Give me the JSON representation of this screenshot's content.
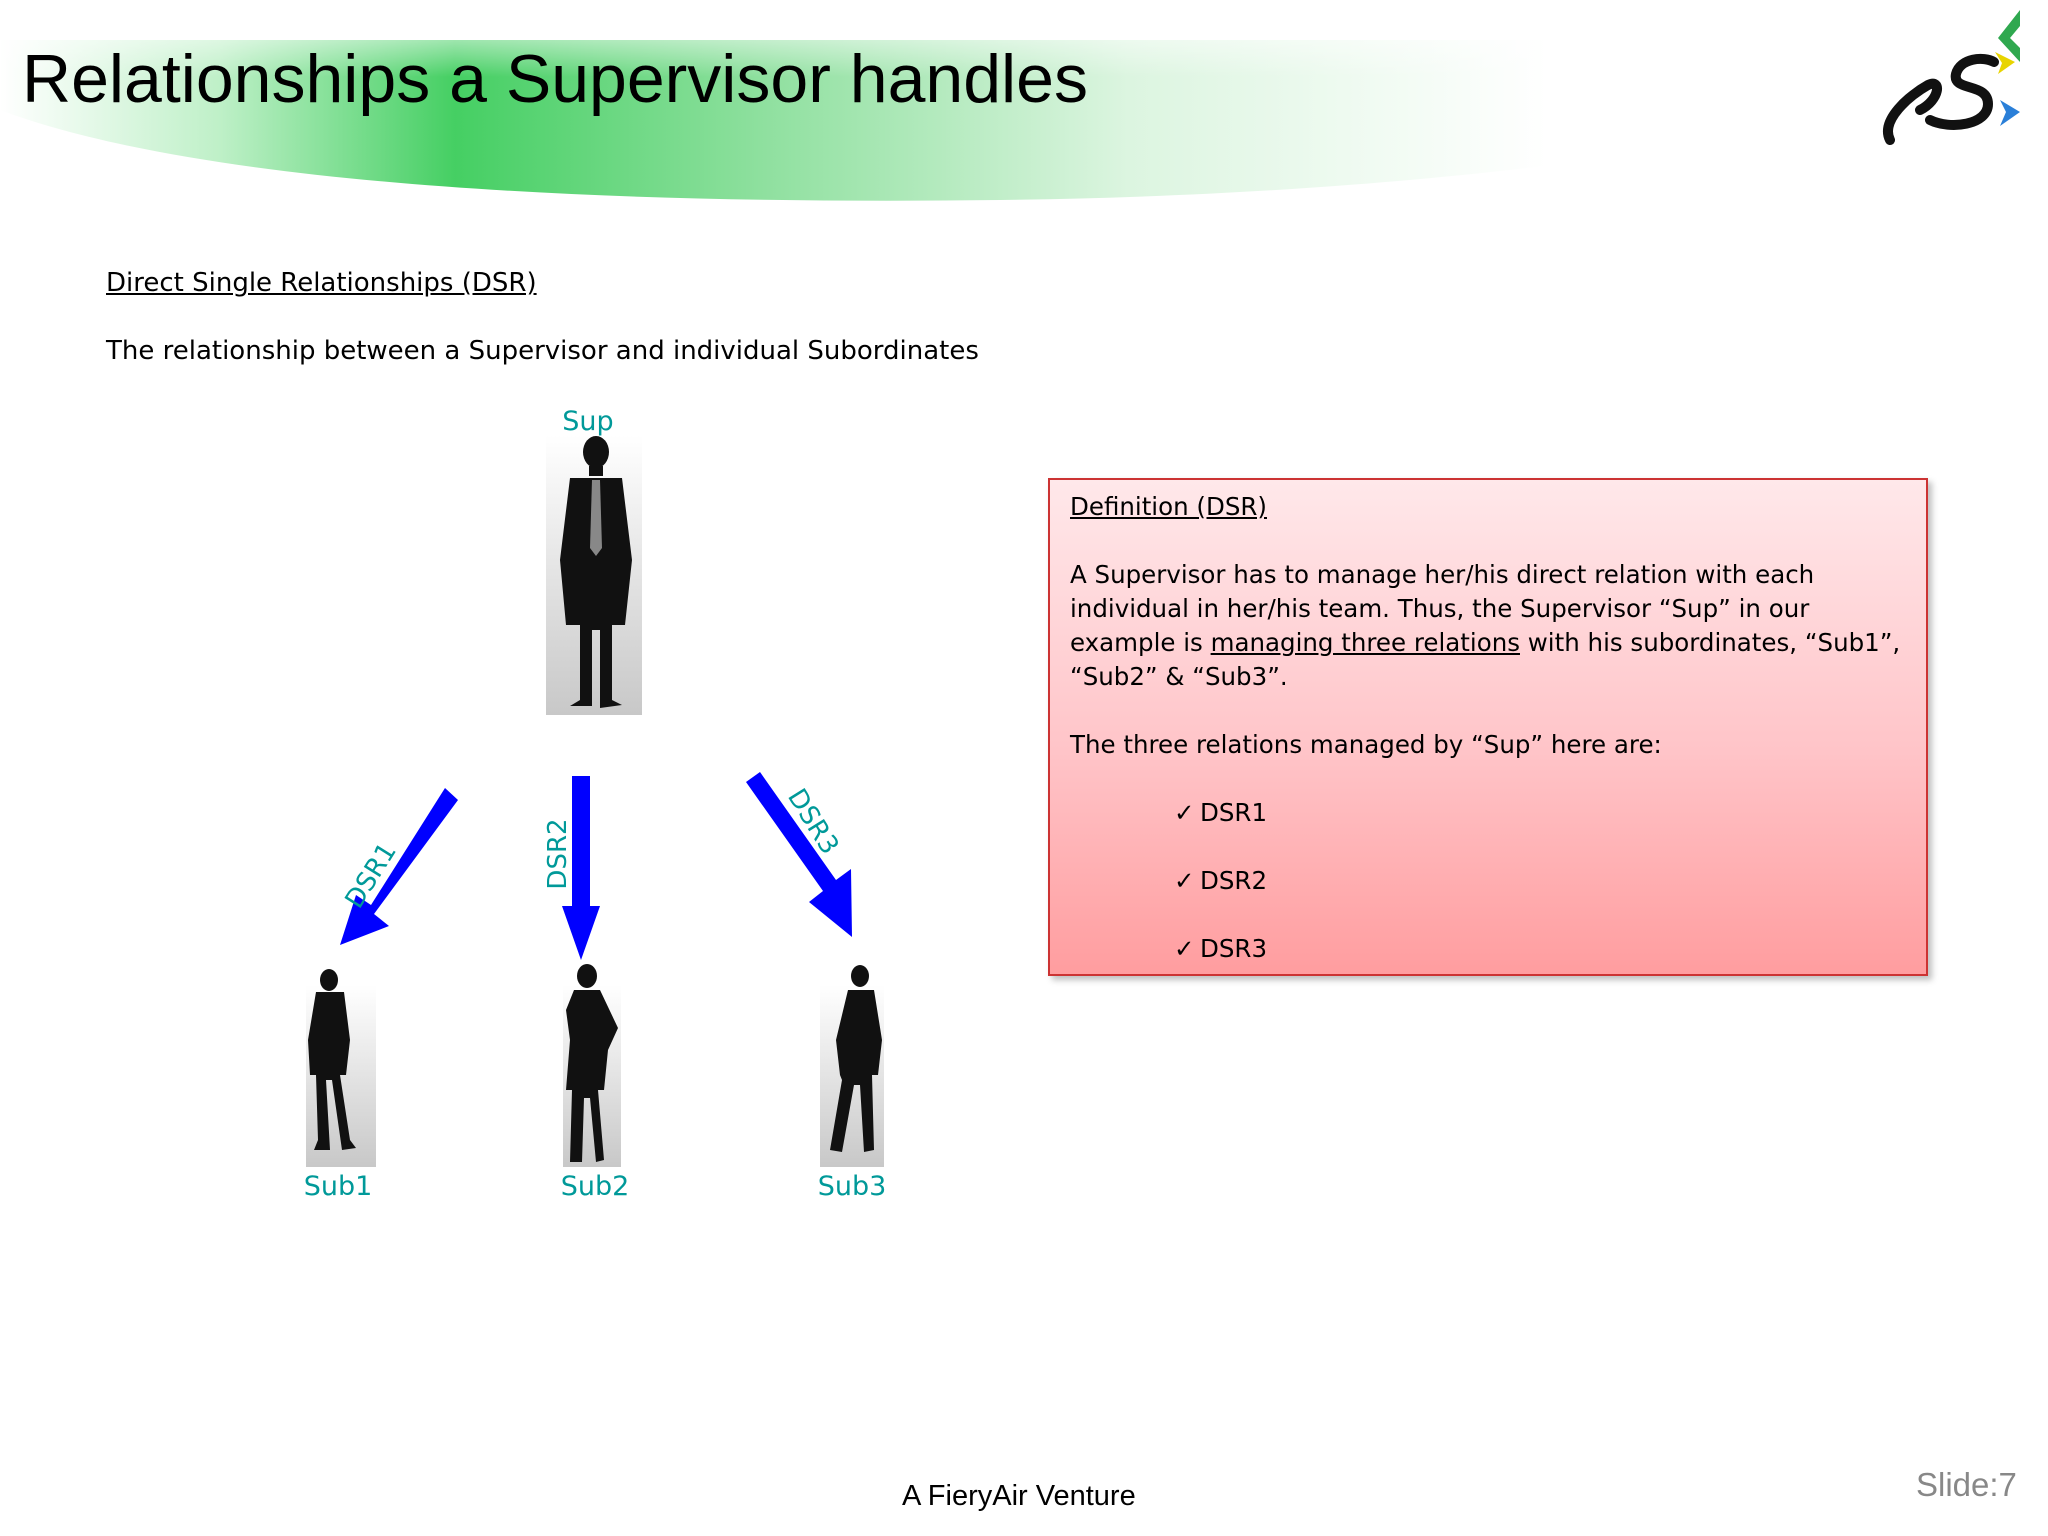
{
  "slide": {
    "title": "Relationships a Supervisor handles",
    "footer": "A FieryAir Venture",
    "slide_number": "Slide:7"
  },
  "section": {
    "heading": "Direct Single Relationships (DSR)",
    "description": "The relationship between a Supervisor and individual Subordinates"
  },
  "diagram": {
    "supervisor_label": "Sup",
    "subordinates": [
      "Sub1",
      "Sub2",
      "Sub3"
    ],
    "relations": [
      "DSR1",
      "DSR2",
      "DSR3"
    ],
    "label_color": "#009999",
    "arrow_color": "#0000ff"
  },
  "definition": {
    "title": "Definition (DSR)",
    "para1_before": "A Supervisor has to manage her/his direct relation with each individual in her/his team. Thus, the Supervisor “Sup” in our example is ",
    "para1_underlined": "managing three relations",
    "para1_after": " with his subordinates, “Sub1”, “Sub2” & “Sub3”.",
    "para2": "The three relations managed by “Sup” here are:",
    "checkmark": "✓",
    "items": [
      "DSR1",
      "DSR2",
      "DSR3"
    ],
    "border_color": "#cc3333"
  },
  "colors": {
    "header_green": "#3fcf5f"
  }
}
